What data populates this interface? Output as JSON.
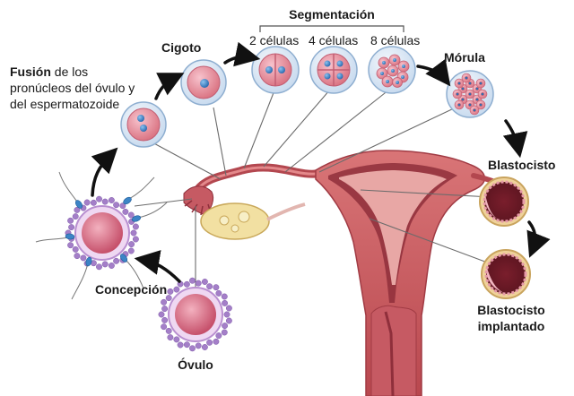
{
  "labels": {
    "segmentation": "Segmentación",
    "zygote": "Cigoto",
    "cells_2": "2 células",
    "cells_4": "4 células",
    "cells_8": "8 células",
    "morula": "Mórula",
    "fusion_bold": "Fusión",
    "fusion_rest_1": " de los",
    "fusion_line_2": "pronúcleos del óvulo y",
    "fusion_line_3": "del espermatozoide",
    "blastocyst": "Blastocisto",
    "implanted_1": "Blastocisto",
    "implanted_2": "implantado",
    "conception": "Concepción",
    "ovum": "Óvulo"
  },
  "colors": {
    "bubble": "#dbe8f5",
    "bubble_edge": "#8eaed0",
    "cell_pink": "#e88fa1",
    "cell_dark": "#c25e73",
    "nucleus": "#3b7fc4",
    "uterus": "#c9606a",
    "uterus_dark": "#8f2f3b",
    "uterus_light": "#e8a7a5",
    "ovary": "#f2e2a8",
    "corona": "#a47fc8"
  }
}
